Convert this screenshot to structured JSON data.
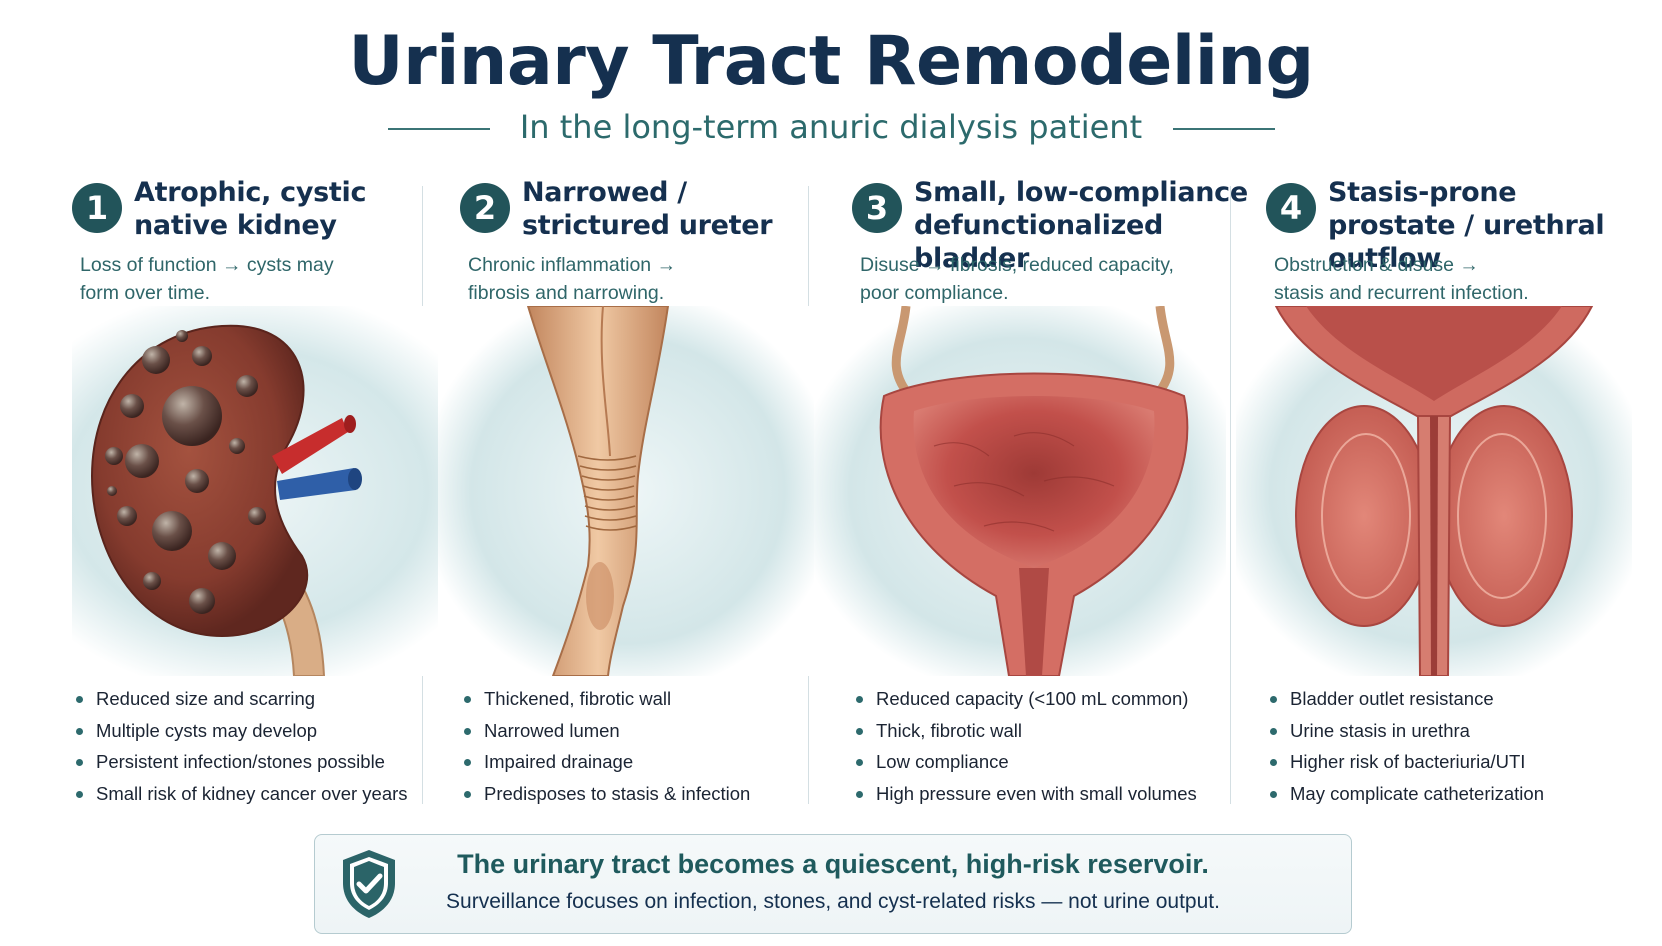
{
  "header": {
    "title": "Urinary Tract Remodeling",
    "subtitle": "In the long-term anuric dialysis patient"
  },
  "panels": [
    {
      "number": "1",
      "title_line1": "Atrophic, cystic",
      "title_line2": "native kidney",
      "desc_line1": "Loss of function → cysts may",
      "desc_line2": "form over time.",
      "bullets": [
        "Reduced size and scarring",
        "Multiple cysts may develop",
        "Persistent infection/stones possible",
        "Small risk of kidney cancer over years"
      ]
    },
    {
      "number": "2",
      "title_line1": "Narrowed /",
      "title_line2": "strictured ureter",
      "desc_line1": "Chronic inflammation →",
      "desc_line2": "fibrosis and narrowing.",
      "bullets": [
        "Thickened, fibrotic wall",
        "Narrowed lumen",
        "Impaired drainage",
        "Predisposes to stasis & infection"
      ]
    },
    {
      "number": "3",
      "title_line1": "Small, low-compliance",
      "title_line2": "defunctionalized bladder",
      "desc_line1": "Disuse → fibrosis, reduced capacity,",
      "desc_line2": "poor compliance.",
      "bullets": [
        "Reduced capacity (<100 mL common)",
        "Thick, fibrotic wall",
        "Low compliance",
        "High pressure even with small volumes"
      ]
    },
    {
      "number": "4",
      "title_line1": "Stasis-prone",
      "title_line2": "prostate / urethral outflow",
      "desc_line1": "Obstruction & disuse →",
      "desc_line2": "stasis and recurrent infection.",
      "bullets": [
        "Bladder outlet resistance",
        "Urine stasis in urethra",
        "Higher risk of bacteriuria/UTI",
        "May complicate catheterization"
      ]
    }
  ],
  "footer": {
    "main": "The urinary tract becomes a quiescent, high-risk reservoir.",
    "sub": "Surveillance focuses on infection, stones, and cyst-related risks — not urine output."
  },
  "colors": {
    "title": "#15304f",
    "accent_teal": "#22545a",
    "subtitle": "#2c6a6c",
    "tissue": "#c9605a",
    "kidney": "#8e3f33",
    "ureter": "#d9a47c",
    "background_glow": "#d5e8ea"
  },
  "icons": [
    "shield-check-icon"
  ]
}
